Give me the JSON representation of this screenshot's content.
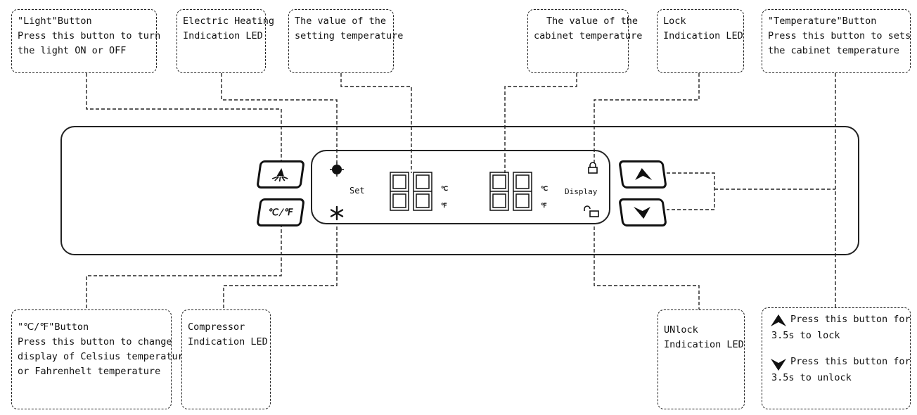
{
  "callouts": {
    "light_button": [
      "\"Light\"Button",
      "Press this button to turn",
      "the light ON or OFF"
    ],
    "electric_heating": [
      "Electric Heating",
      "Indication LED"
    ],
    "setting_temp": [
      "The value of the",
      "setting temperature"
    ],
    "cabinet_temp": [
      "The value of the",
      "cabinet temperature"
    ],
    "lock_led": [
      "Lock",
      "Indication LED"
    ],
    "temperature_button": [
      "\"Temperature\"Button",
      "Press this button to sets",
      "the cabinet temperature"
    ],
    "cf_button": [
      "\"℃/℉\"Button",
      "Press this button to change",
      "display of Celsius temperature",
      "or Fahrenhelt temperature"
    ],
    "compressor_led": [
      "Compressor",
      "Indication LED"
    ],
    "unlock_led": [
      "UNlock",
      "Indication LED"
    ],
    "lock_unlock_help": {
      "up_line1": "Press this button for",
      "up_line2": "3.5s to lock",
      "down_line1": "Press this button for",
      "down_line2": "3.5s to unlock"
    }
  },
  "panel": {
    "cf_button_label": "℃/℉",
    "set_label": "Set",
    "display_label": "Display",
    "unit_c": "℃",
    "unit_f": "℉",
    "setting_digits": "88",
    "cabinet_digits": "88"
  },
  "icons": {
    "light": "light-icon",
    "cf": "celsius-fahrenheit-icon",
    "heating_led": "heating-dot-icon",
    "compressor_led": "snowflake-icon",
    "lock": "lock-icon",
    "unlock": "unlock-icon",
    "up": "up-arrow-icon",
    "down": "down-arrow-icon"
  }
}
